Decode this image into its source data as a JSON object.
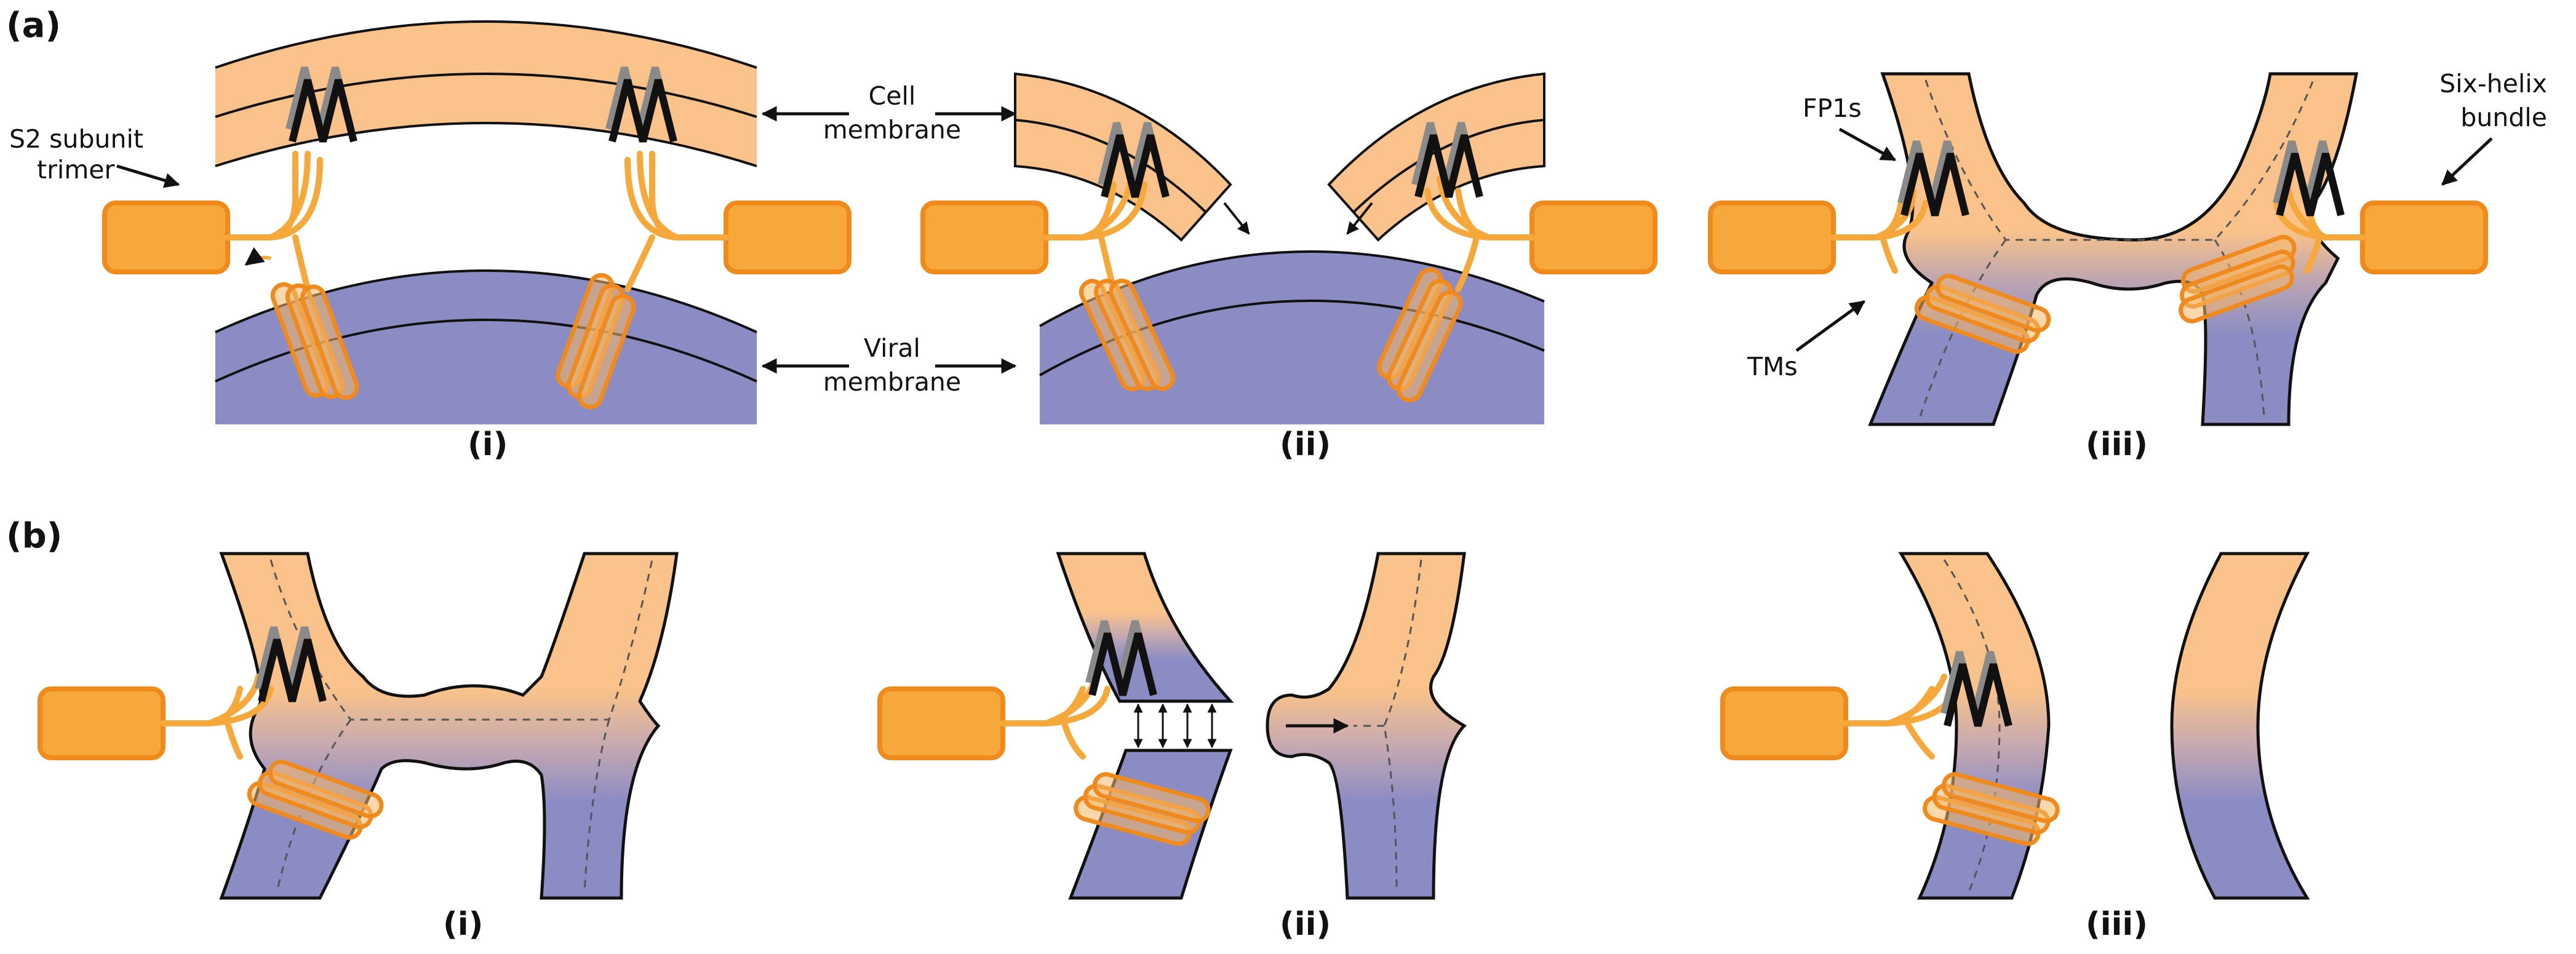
{
  "panels": {
    "a": {
      "label": "(a)",
      "subpanels": [
        "(i)",
        "(ii)",
        "(iii)"
      ]
    },
    "b": {
      "label": "(b)",
      "subpanels": [
        "(i)",
        "(ii)",
        "(iii)"
      ]
    }
  },
  "annotations": {
    "s2_line1": "S2 subunit",
    "s2_line2": "trimer",
    "cell_line1": "Cell",
    "cell_line2": "membrane",
    "viral_line1": "Viral",
    "viral_line2": "membrane",
    "fp1s": "FP1s",
    "six_line1": "Six-helix",
    "six_line2": "bundle",
    "tms": "TMs"
  },
  "colors": {
    "cell_membrane": "#f9c28b",
    "viral_membrane": "#8b8cc4",
    "protein": "#f7a83a",
    "protein_stroke": "#f08a1c",
    "fp1_dark": "#111111",
    "fp1_light": "#8a8a8a",
    "outline": "#111111"
  }
}
